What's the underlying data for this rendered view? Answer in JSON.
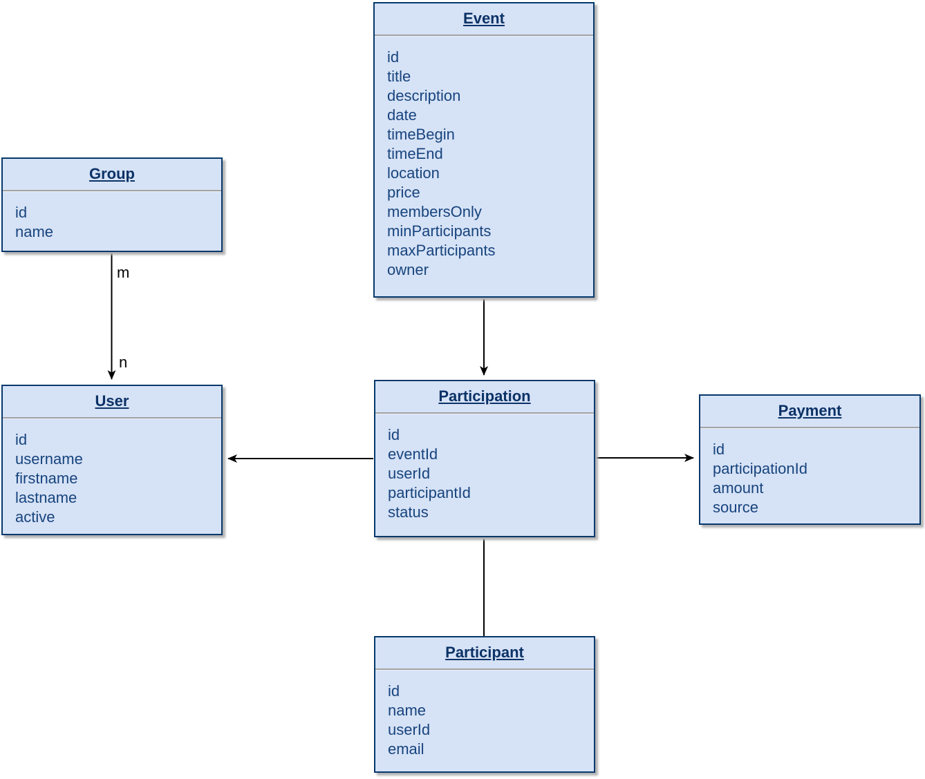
{
  "diagram": {
    "type": "entity-relationship-diagram",
    "entities": [
      {
        "key": "event",
        "title": "Event",
        "fields": [
          "id",
          "title",
          "description",
          "date",
          "timeBegin",
          "timeEnd",
          "location",
          "price",
          "membersOnly",
          "minParticipants",
          "maxParticipants",
          "owner"
        ]
      },
      {
        "key": "group",
        "title": "Group",
        "fields": [
          "id",
          "name"
        ]
      },
      {
        "key": "user",
        "title": "User",
        "fields": [
          "id",
          "username",
          "firstname",
          "lastname",
          "active"
        ]
      },
      {
        "key": "participation",
        "title": "Participation",
        "fields": [
          "id",
          "eventId",
          "userId",
          "participantId",
          "status"
        ]
      },
      {
        "key": "payment",
        "title": "Payment",
        "fields": [
          "id",
          "participationId",
          "amount",
          "source"
        ]
      },
      {
        "key": "participant",
        "title": "Participant",
        "fields": [
          "id",
          "name",
          "userId",
          "email"
        ]
      }
    ],
    "relationships": [
      {
        "from": "Group",
        "to": "User",
        "from_label": "m",
        "to_label": "n"
      },
      {
        "from": "Event",
        "to": "Participation",
        "from_label": "",
        "to_label": ""
      },
      {
        "from": "Participation",
        "to": "User",
        "from_label": "",
        "to_label": ""
      },
      {
        "from": "Participation",
        "to": "Payment",
        "from_label": "",
        "to_label": ""
      },
      {
        "from": "Participation",
        "to": "Participant",
        "from_label": "",
        "to_label": ""
      }
    ],
    "colors": {
      "entity_fill": "#d6e2f6",
      "entity_border": "#04386b",
      "title_text": "#0b3266",
      "field_text": "#17447d",
      "arrow": "#000000",
      "shadow": "#b2b2b2",
      "separator": "#a2a2a2"
    }
  }
}
